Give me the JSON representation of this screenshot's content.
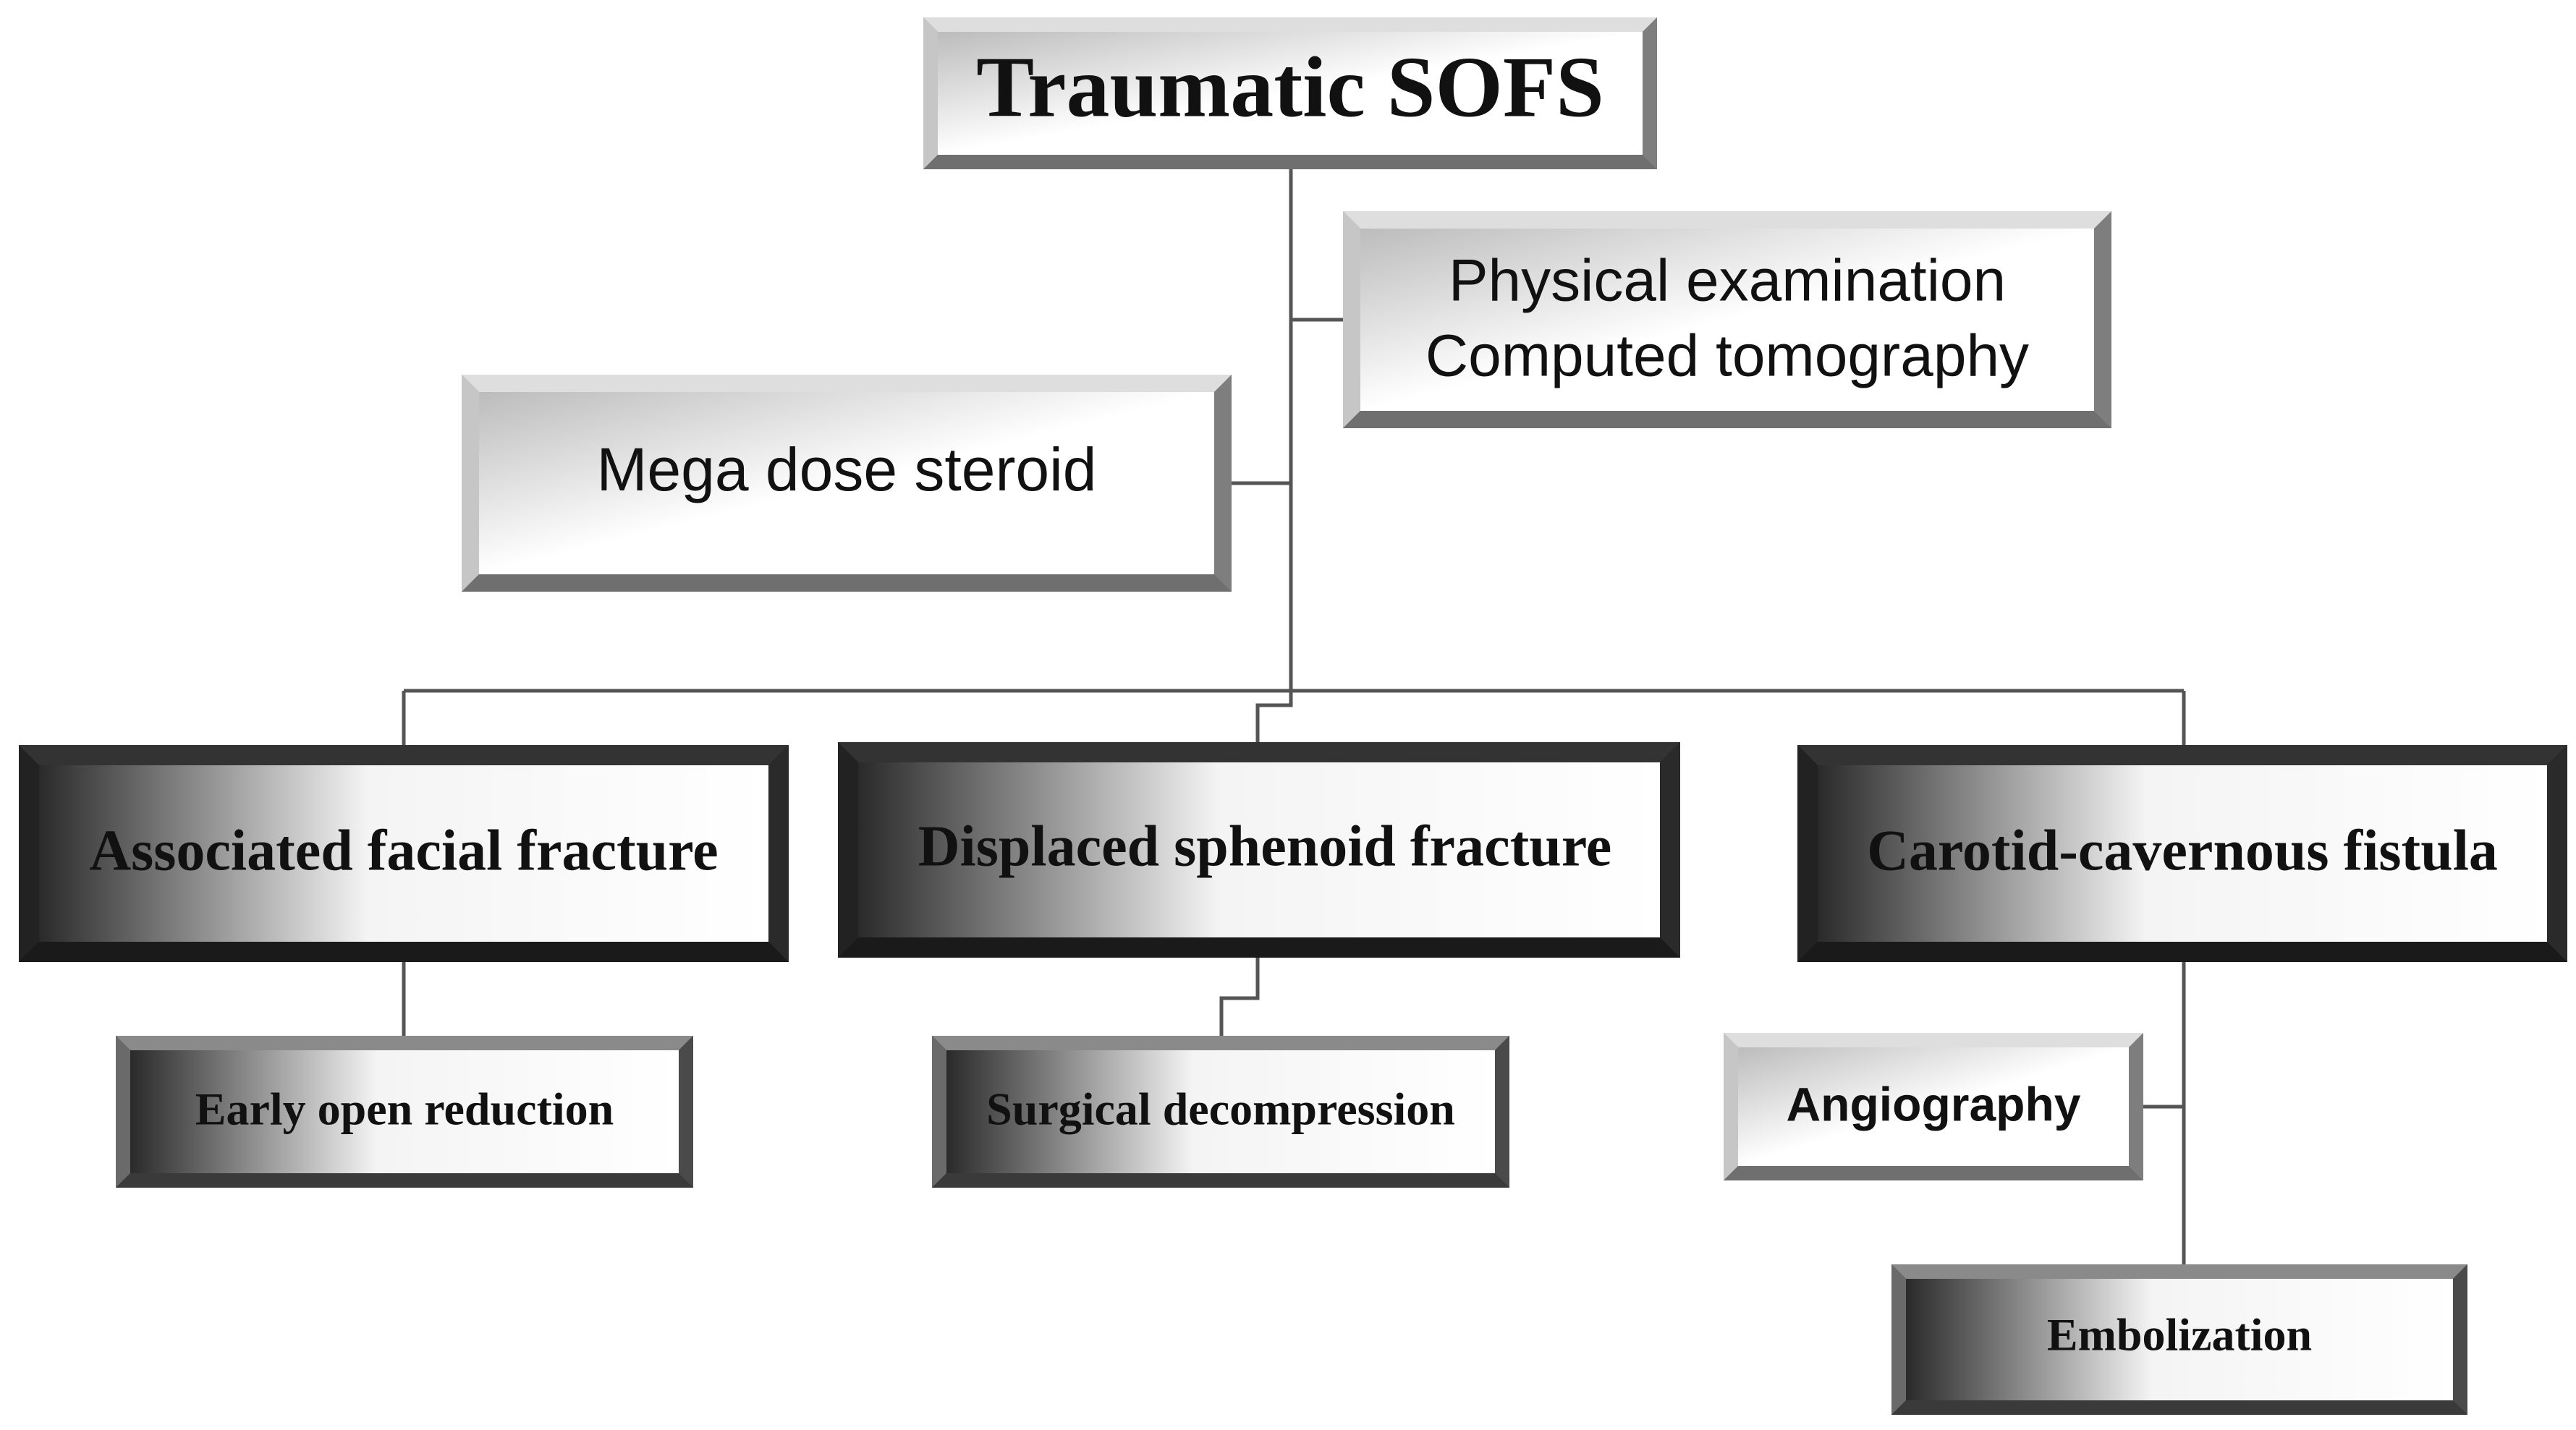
{
  "diagram": {
    "title": "Traumatic SOFS",
    "evaluation_line1": "Physical examination",
    "evaluation_line2": "Computed tomography",
    "steroid": "Mega dose steroid",
    "branches": [
      {
        "label": "Associated facial fracture",
        "treatments": [
          "Early open reduction"
        ]
      },
      {
        "label": "Displaced sphenoid fracture",
        "treatments": [
          "Surgical decompression"
        ]
      },
      {
        "label": "Carotid-cavernous fistula",
        "treatments": [
          "Angiography",
          "Embolization"
        ]
      }
    ]
  }
}
